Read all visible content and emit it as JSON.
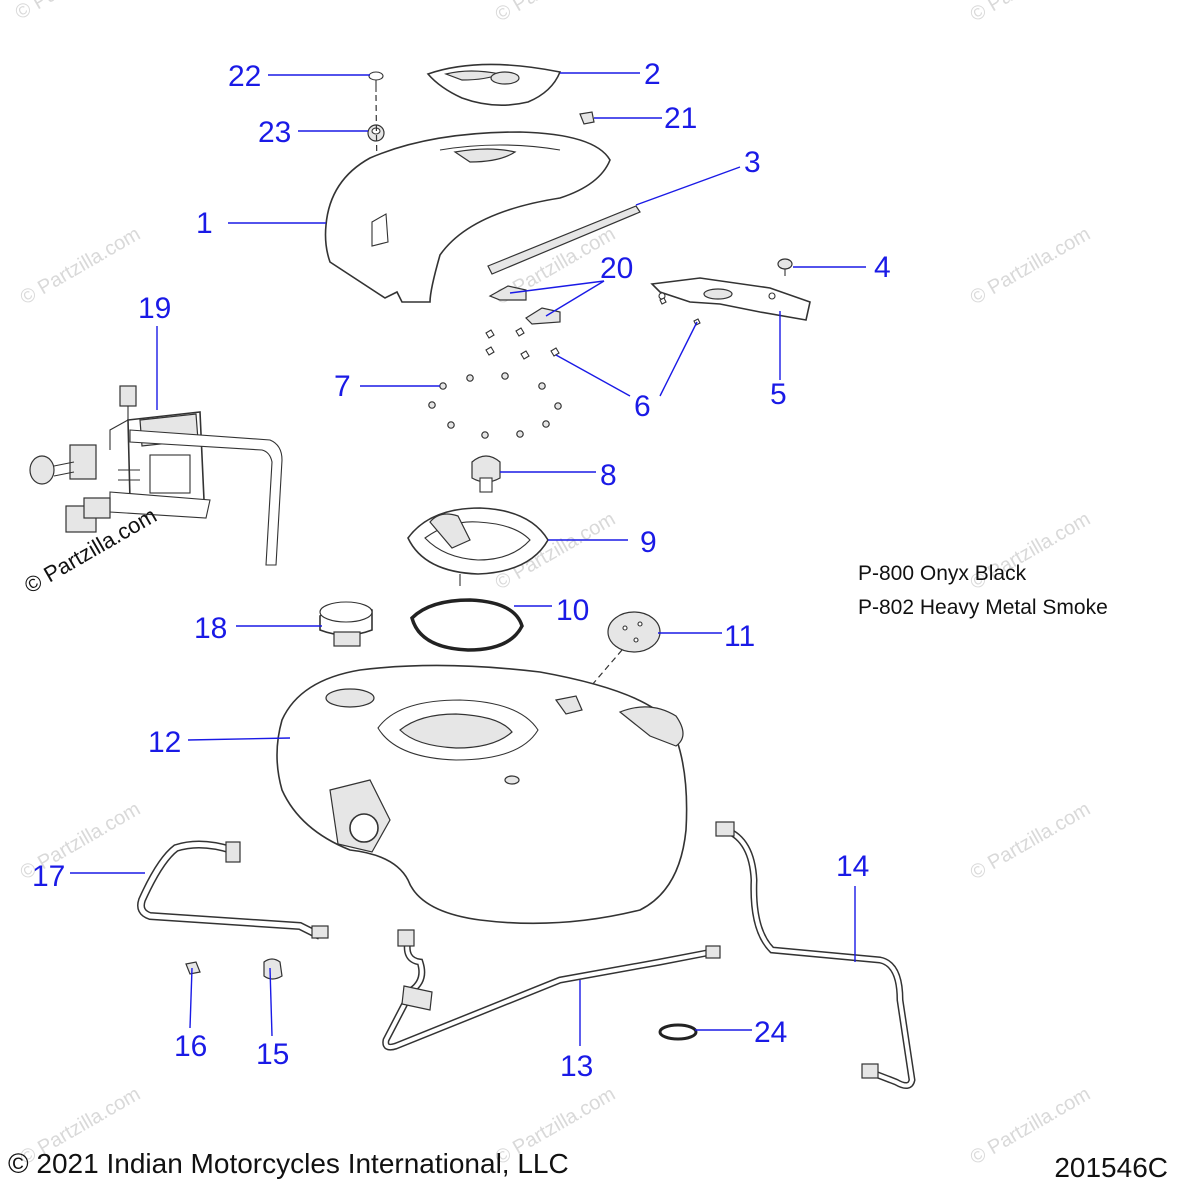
{
  "watermark": "© Partzilla.com",
  "color_notes": [
    "P-800 Onyx Black",
    "P-802 Heavy Metal Smoke"
  ],
  "footer": {
    "copyright": "© 2021 Indian Motorcycles International, LLC",
    "diagram_code": "201546C"
  },
  "colors": {
    "callout_text": "#1a1ae6",
    "callout_line": "#1a1ae6",
    "part_line": "#333333",
    "watermark": "#d9d9d9"
  },
  "callouts": [
    "1",
    "2",
    "3",
    "4",
    "5",
    "6",
    "7",
    "8",
    "9",
    "10",
    "11",
    "12",
    "13",
    "14",
    "15",
    "16",
    "17",
    "18",
    "19",
    "20",
    "21",
    "22",
    "23",
    "24"
  ]
}
